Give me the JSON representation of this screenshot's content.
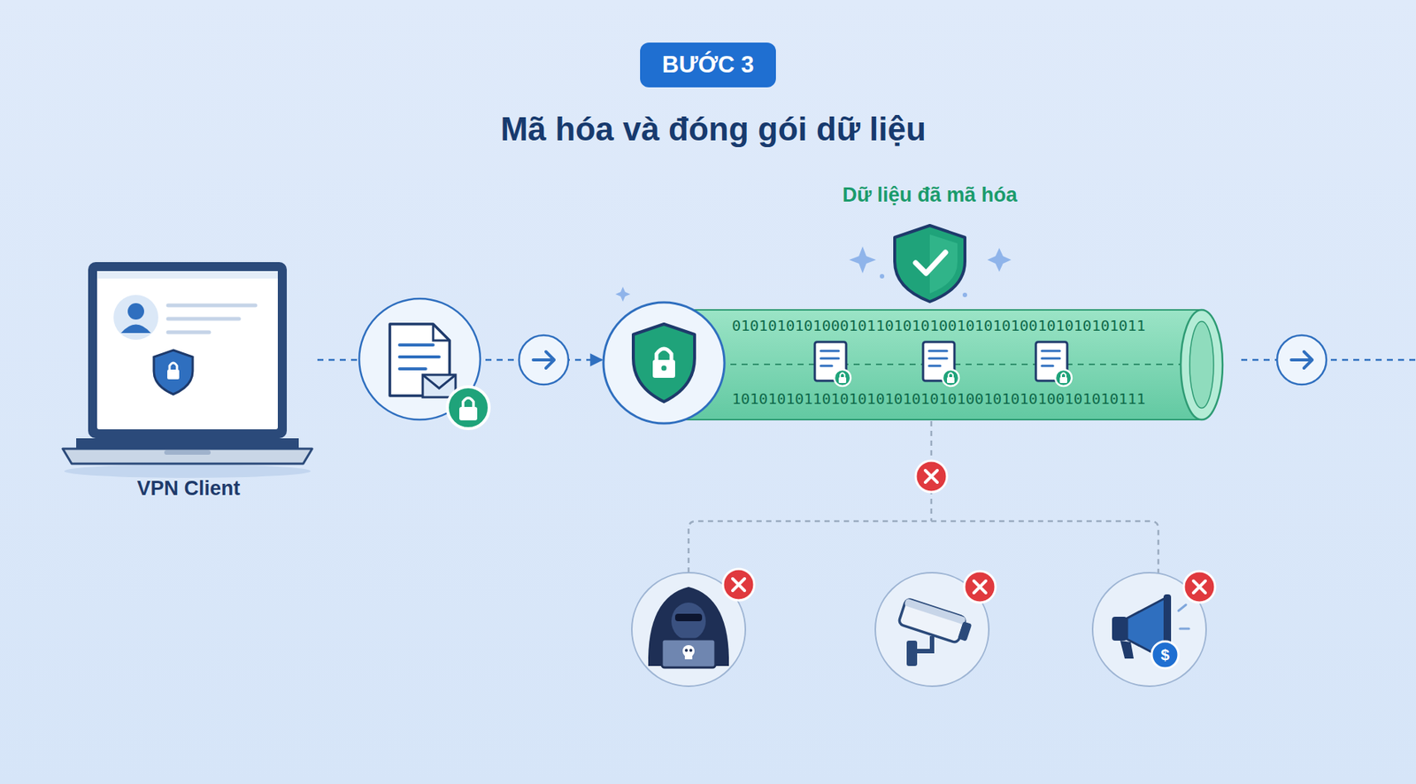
{
  "diagram": {
    "title": "Mã hóa và đóng gói dữ liệu",
    "nodes": [
      {
        "text": [
          "BƯỚC 3"
        ]
      },
      {
        "text": [
          "VPN Client"
        ]
      },
      {
        "text": [
          "Dữ liệu đã mã hóa"
        ]
      }
    ],
    "edges": [
      {
        "from": 1,
        "to": 2,
        "arrow": "to"
      }
    ],
    "labels": [
      "0101010101000101101010100101010100101010101011",
      "1010101011010101010101010100101010100101010111",
      "$"
    ]
  }
}
